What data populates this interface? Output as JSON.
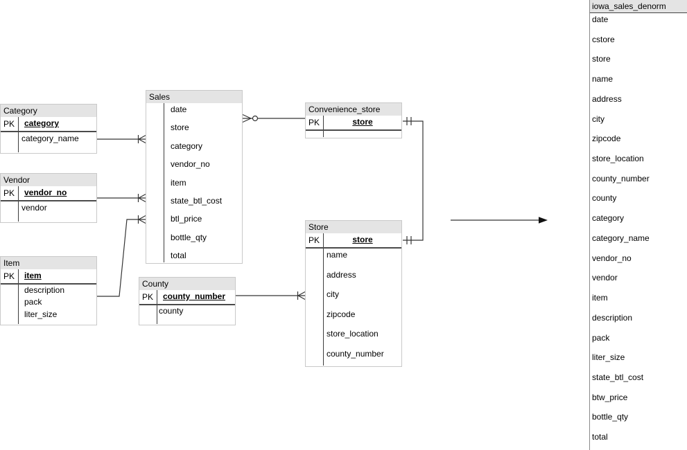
{
  "diagram": {
    "entities": {
      "category": {
        "title": "Category",
        "pk_label": "PK",
        "pk": "category",
        "fields": [
          "category_name"
        ]
      },
      "vendor": {
        "title": "Vendor",
        "pk_label": "PK",
        "pk": "vendor_no",
        "fields": [
          "vendor"
        ]
      },
      "item": {
        "title": "Item",
        "pk_label": "PK",
        "pk": "item",
        "fields": [
          "description",
          "pack",
          "liter_size"
        ]
      },
      "sales": {
        "title": "Sales",
        "fields": [
          "date",
          "store",
          "category",
          "vendor_no",
          "item",
          "state_btl_cost",
          "btl_price",
          "bottle_qty",
          "total"
        ]
      },
      "county": {
        "title": "County",
        "pk_label": "PK",
        "pk": "county_number",
        "fields": [
          "county"
        ]
      },
      "convenience_store": {
        "title": "Convenience_store",
        "pk_label": "PK",
        "pk": "store",
        "fields": []
      },
      "store": {
        "title": "Store",
        "pk_label": "PK",
        "pk": "store",
        "fields": [
          "name",
          "address",
          "city",
          "zipcode",
          "store_location",
          "county_number"
        ]
      },
      "iowa_sales_denorm": {
        "title": "iowa_sales_denorm",
        "fields": [
          "date",
          "cstore",
          "store",
          "name",
          "address",
          "city",
          "zipcode",
          "store_location",
          "county_number",
          "county",
          "category",
          "category_name",
          "vendor_no",
          "vendor",
          "item",
          "description",
          "pack",
          "liter_size",
          "state_btl_cost",
          "btw_price",
          "bottle_qty",
          "total"
        ]
      }
    },
    "relations": [
      {
        "name": "category-sales",
        "from": "Category",
        "to": "Sales",
        "cardinality": "one-to-many"
      },
      {
        "name": "vendor-sales",
        "from": "Vendor",
        "to": "Sales",
        "cardinality": "one-to-many"
      },
      {
        "name": "item-sales",
        "from": "Item",
        "to": "Sales",
        "cardinality": "one-to-many"
      },
      {
        "name": "county-store",
        "from": "County",
        "to": "Store",
        "cardinality": "one-to-many"
      },
      {
        "name": "sales-convenience_store",
        "from": "Sales",
        "to": "Convenience_store",
        "cardinality": "zero-or-many"
      },
      {
        "name": "convenience_store-store",
        "from": "Convenience_store",
        "to": "Store",
        "cardinality": "one-to-one"
      },
      {
        "name": "denormalization-arrow",
        "from": "diagram",
        "to": "iowa_sales_denorm",
        "cardinality": "arrow"
      }
    ],
    "colors": {
      "header_bg": "#e4e4e4",
      "box_border": "#c9c9c9",
      "line": "#333333"
    }
  }
}
